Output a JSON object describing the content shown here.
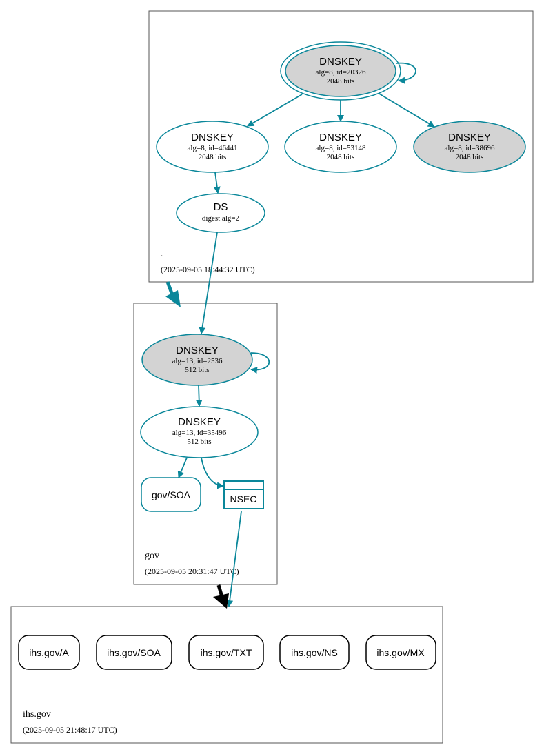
{
  "colors": {
    "edge": "#0a879a",
    "zone_border": "#555555",
    "filled": "#d3d3d3",
    "delegation_bold": "#0a879a",
    "delegation_black": "#000000"
  },
  "zones": {
    "root": {
      "name": ".",
      "timestamp": "(2025-09-05 18:44:32 UTC)"
    },
    "gov": {
      "name": "gov",
      "timestamp": "(2025-09-05 20:31:47 UTC)"
    },
    "ihs": {
      "name": "ihs.gov",
      "timestamp": "(2025-09-05 21:48:17 UTC)"
    }
  },
  "nodes": {
    "root_ksk": {
      "title": "DNSKEY",
      "line1": "alg=8, id=20326",
      "line2": "2048 bits"
    },
    "root_zsk1": {
      "title": "DNSKEY",
      "line1": "alg=8, id=46441",
      "line2": "2048 bits"
    },
    "root_zsk2": {
      "title": "DNSKEY",
      "line1": "alg=8, id=53148",
      "line2": "2048 bits"
    },
    "root_zsk3": {
      "title": "DNSKEY",
      "line1": "alg=8, id=38696",
      "line2": "2048 bits"
    },
    "root_ds": {
      "title": "DS",
      "line1": "digest alg=2"
    },
    "gov_ksk": {
      "title": "DNSKEY",
      "line1": "alg=13, id=2536",
      "line2": "512 bits"
    },
    "gov_zsk": {
      "title": "DNSKEY",
      "line1": "alg=13, id=35496",
      "line2": "512 bits"
    },
    "gov_soa": {
      "label": "gov/SOA"
    },
    "gov_nsec": {
      "label": "NSEC"
    },
    "ihs_a": {
      "label": "ihs.gov/A"
    },
    "ihs_soa": {
      "label": "ihs.gov/SOA"
    },
    "ihs_txt": {
      "label": "ihs.gov/TXT"
    },
    "ihs_ns": {
      "label": "ihs.gov/NS"
    },
    "ihs_mx": {
      "label": "ihs.gov/MX"
    }
  }
}
